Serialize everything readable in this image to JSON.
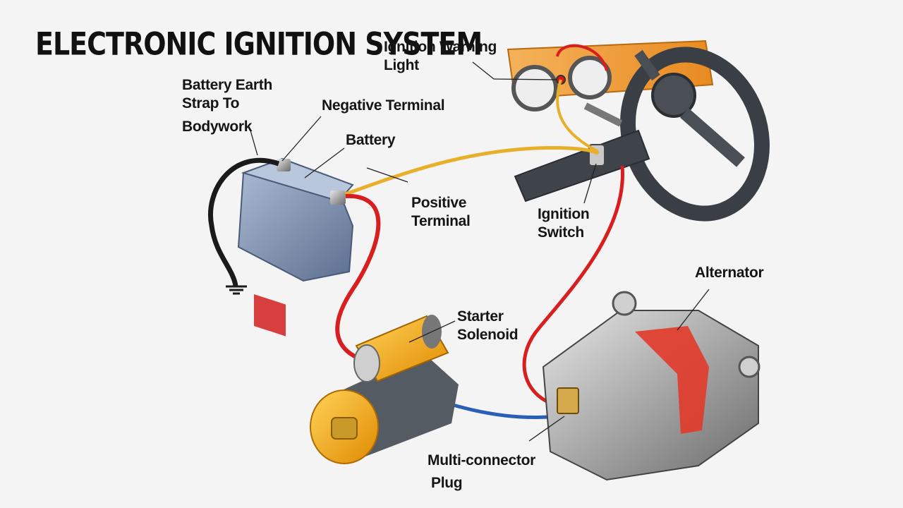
{
  "title": "ELECTRONIC IGNITION SYSTEM",
  "labels": {
    "battery_earth_line1": "Battery Earth",
    "battery_earth_line2": "Strap To",
    "battery_earth_line3": "Bodywork",
    "negative_terminal": "Negative Terminal",
    "battery": "Battery",
    "positive_terminal": "Positive\nTerminal",
    "ignition_warning_light": "Ignition Warning\nLight",
    "ignition_switch": "Ignition\nSwitch",
    "alternator": "Alternator",
    "starter_solenoid": "Starter\nSolenoid",
    "multi_connector_line1": "Multi-connector",
    "multi_connector_line2": "Plug"
  },
  "colors": {
    "background": "#f4f4f4",
    "positive_wire": "#d81e1e",
    "ignition_wire": "#e8b02a",
    "blue_wire": "#2a5fb8",
    "earth_strap": "#1a1a1a",
    "dashboard": "#f0a040",
    "solenoid_gold": "#f2b21a",
    "battery_body": "#7e93b4"
  }
}
